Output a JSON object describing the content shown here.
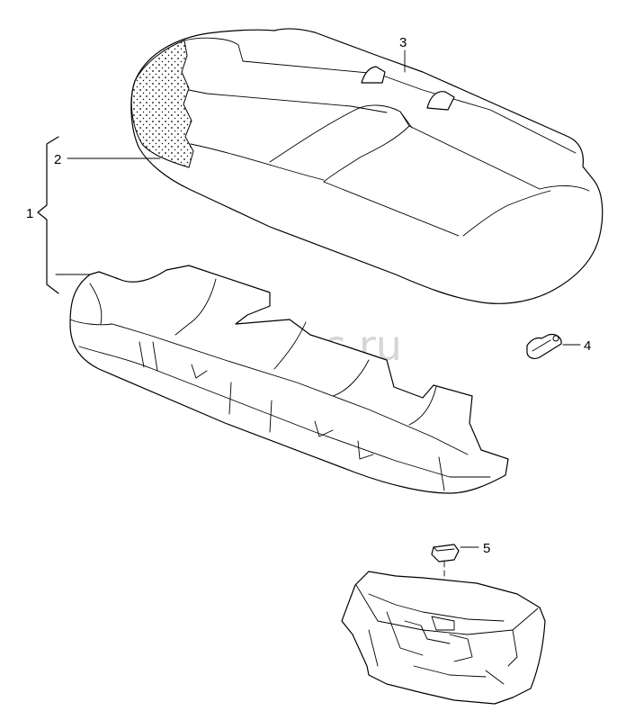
{
  "watermark": "vagtec.ru",
  "callouts": {
    "c1": "1",
    "c2": "2",
    "c3": "3",
    "c4": "4",
    "c5": "5"
  }
}
